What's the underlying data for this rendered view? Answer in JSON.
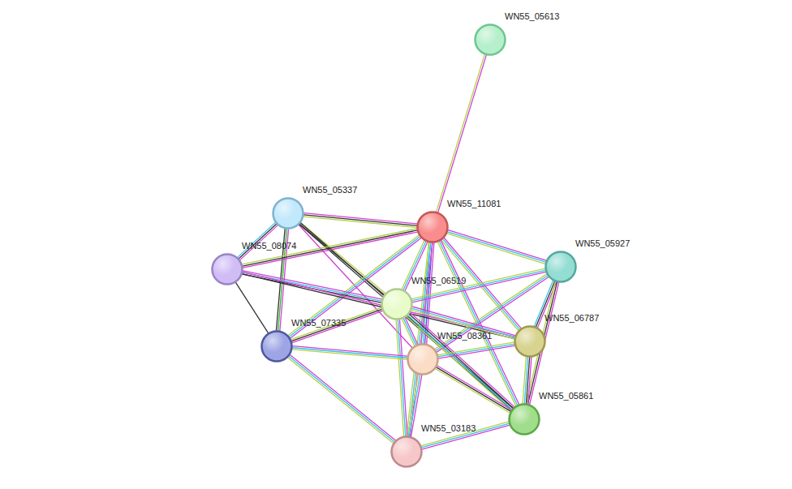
{
  "diagram": {
    "nodes": [
      {
        "text": [
          "WN55_05613"
        ]
      },
      {
        "text": [
          "WN55_05337"
        ]
      },
      {
        "text": [
          "WN55_11081"
        ]
      },
      {
        "text": [
          "WN55_08074"
        ]
      },
      {
        "text": [
          "WN55_05927"
        ]
      },
      {
        "text": [
          "WN55_06519"
        ]
      },
      {
        "text": [
          "WN55_06787"
        ]
      },
      {
        "text": [
          "WN55_07335"
        ]
      },
      {
        "text": [
          "WN55_08361"
        ]
      },
      {
        "text": [
          "WN55_05861"
        ]
      },
      {
        "text": [
          "WN55_03183"
        ]
      }
    ],
    "edges": [
      {
        "from": 0,
        "to": 2,
        "arrow": "none"
      },
      {
        "from": 1,
        "to": 2,
        "arrow": "none"
      },
      {
        "from": 1,
        "to": 3,
        "arrow": "none"
      },
      {
        "from": 1,
        "to": 7,
        "arrow": "none"
      },
      {
        "from": 1,
        "to": 5,
        "arrow": "none"
      },
      {
        "from": 1,
        "to": 8,
        "arrow": "none"
      },
      {
        "from": 1,
        "to": 9,
        "arrow": "none"
      },
      {
        "from": 2,
        "to": 3,
        "arrow": "none"
      },
      {
        "from": 2,
        "to": 4,
        "arrow": "none"
      },
      {
        "from": 2,
        "to": 5,
        "arrow": "none"
      },
      {
        "from": 2,
        "to": 6,
        "arrow": "none"
      },
      {
        "from": 2,
        "to": 7,
        "arrow": "none"
      },
      {
        "from": 2,
        "to": 8,
        "arrow": "none"
      },
      {
        "from": 2,
        "to": 9,
        "arrow": "none"
      },
      {
        "from": 2,
        "to": 10,
        "arrow": "none"
      },
      {
        "from": 3,
        "to": 5,
        "arrow": "none"
      },
      {
        "from": 3,
        "to": 6,
        "arrow": "none"
      },
      {
        "from": 3,
        "to": 7,
        "arrow": "none"
      },
      {
        "from": 4,
        "to": 5,
        "arrow": "none"
      },
      {
        "from": 4,
        "to": 6,
        "arrow": "none"
      },
      {
        "from": 4,
        "to": 8,
        "arrow": "none"
      },
      {
        "from": 4,
        "to": 9,
        "arrow": "none"
      },
      {
        "from": 5,
        "to": 6,
        "arrow": "none"
      },
      {
        "from": 5,
        "to": 7,
        "arrow": "none"
      },
      {
        "from": 5,
        "to": 8,
        "arrow": "none"
      },
      {
        "from": 5,
        "to": 9,
        "arrow": "none"
      },
      {
        "from": 5,
        "to": 10,
        "arrow": "none"
      },
      {
        "from": 6,
        "to": 8,
        "arrow": "none"
      },
      {
        "from": 6,
        "to": 9,
        "arrow": "none"
      },
      {
        "from": 7,
        "to": 8,
        "arrow": "none"
      },
      {
        "from": 7,
        "to": 10,
        "arrow": "none"
      },
      {
        "from": 8,
        "to": 9,
        "arrow": "none"
      },
      {
        "from": 8,
        "to": 10,
        "arrow": "none"
      },
      {
        "from": 9,
        "to": 10,
        "arrow": "none"
      }
    ]
  }
}
